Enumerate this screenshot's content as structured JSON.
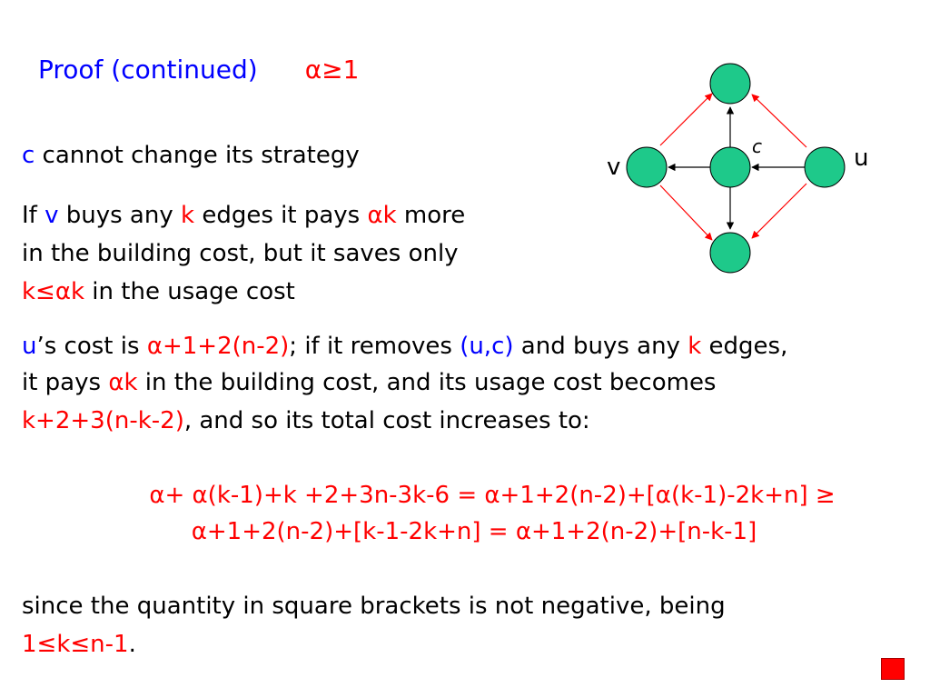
{
  "title": {
    "text": "Proof (continued)",
    "alpha_cond": "α≥1"
  },
  "line1": {
    "c": "c",
    "rest": " cannot change its strategy"
  },
  "line2": {
    "a": "If ",
    "v": "v",
    "b": " buys any ",
    "k": "k",
    "c": " edges it pays ",
    "ak": "αk",
    "d": " more"
  },
  "line3": {
    "text": "in the building cost, but it saves only"
  },
  "line4": {
    "kak": "k≤αk",
    "rest": " in the usage cost"
  },
  "line5": {
    "u": "u",
    "a": "’s cost is ",
    "cost": "α+1+2(n-2)",
    "b": "; if it removes ",
    "uc": "(u,c)",
    "c": " and buys any ",
    "k": "k",
    "d": " edges,"
  },
  "line6": {
    "a": "it pays ",
    "ak": "αk",
    "b": " in the building cost, and its usage cost becomes"
  },
  "line7": {
    "expr": "k+2+3(n-k-2)",
    "rest": ", and so its total cost increases to:"
  },
  "eq1": {
    "text": "α+ α(k-1)+k +2+3n-3k-6 = α+1+2(n-2)+[α(k-1)-2k+n]  ≥"
  },
  "eq2": {
    "text": "α+1+2(n-2)+[k-1-2k+n] = α+1+2(n-2)+[n-k-1]"
  },
  "line8": {
    "text": "since the quantity in square brackets is not negative, being"
  },
  "line9": {
    "range": "1≤k≤n-1",
    "end": "."
  },
  "graph": {
    "labels": {
      "v": "v",
      "u": "u",
      "c": "c"
    },
    "node_color": "#1ec98a",
    "edge_colors": {
      "red": "#ff0000",
      "black": "#000000"
    }
  }
}
